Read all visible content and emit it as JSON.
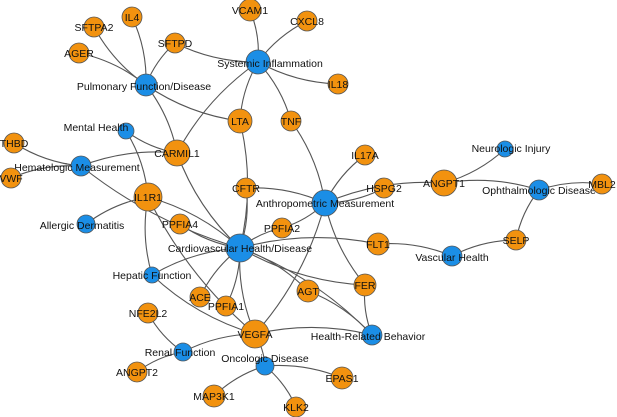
{
  "colors": {
    "trait": "#1b8ee6",
    "gene": "#f2920f",
    "edge": "#555555",
    "background": "#ffffff"
  },
  "network": {
    "nodes": [
      {
        "id": "pulmonary",
        "label": "Pulmonary Function/Disease",
        "kind": "trait"
      },
      {
        "id": "systemic",
        "label": "Systemic Inflammation",
        "kind": "trait"
      },
      {
        "id": "mental",
        "label": "Mental Health",
        "kind": "trait"
      },
      {
        "id": "hematologic",
        "label": "Hematologic Measurement",
        "kind": "trait"
      },
      {
        "id": "allergic",
        "label": "Allergic Dermatitis",
        "kind": "trait"
      },
      {
        "id": "cardio",
        "label": "Cardiovascular Health/Disease",
        "kind": "trait"
      },
      {
        "id": "anthro",
        "label": "Anthropometric Measurement",
        "kind": "trait"
      },
      {
        "id": "neuro",
        "label": "Neurologic Injury",
        "kind": "trait"
      },
      {
        "id": "ophthal",
        "label": "Ophthalmologic Disease",
        "kind": "trait"
      },
      {
        "id": "vascular",
        "label": "Vascular Health",
        "kind": "trait"
      },
      {
        "id": "hepatic",
        "label": "Hepatic Function",
        "kind": "trait"
      },
      {
        "id": "renal",
        "label": "Renal Function",
        "kind": "trait"
      },
      {
        "id": "oncologic",
        "label": "Oncologic Disease",
        "kind": "trait"
      },
      {
        "id": "healthbeh",
        "label": "Health-Related Behavior",
        "kind": "trait"
      },
      {
        "id": "IL4",
        "label": "IL4",
        "kind": "gene"
      },
      {
        "id": "SFTPA2",
        "label": "SFTPA2",
        "kind": "gene"
      },
      {
        "id": "AGER",
        "label": "AGER",
        "kind": "gene"
      },
      {
        "id": "SFTPD",
        "label": "SFTPD",
        "kind": "gene"
      },
      {
        "id": "VCAM1",
        "label": "VCAM1",
        "kind": "gene"
      },
      {
        "id": "CXCL8",
        "label": "CXCL8",
        "kind": "gene"
      },
      {
        "id": "IL18",
        "label": "IL18",
        "kind": "gene"
      },
      {
        "id": "LTA",
        "label": "LTA",
        "kind": "gene"
      },
      {
        "id": "TNF",
        "label": "TNF",
        "kind": "gene"
      },
      {
        "id": "CARMIL1",
        "label": "CARMIL1",
        "kind": "gene"
      },
      {
        "id": "THBD",
        "label": "THBD",
        "kind": "gene"
      },
      {
        "id": "VWF",
        "label": "VWF",
        "kind": "gene"
      },
      {
        "id": "IL1R1",
        "label": "IL1R1",
        "kind": "gene"
      },
      {
        "id": "PPFIA4",
        "label": "PPFIA4",
        "kind": "gene"
      },
      {
        "id": "CFTR",
        "label": "CFTR",
        "kind": "gene"
      },
      {
        "id": "IL17A",
        "label": "IL17A",
        "kind": "gene"
      },
      {
        "id": "HSPG2",
        "label": "HSPG2",
        "kind": "gene"
      },
      {
        "id": "PPFIA2",
        "label": "PPFIA2",
        "kind": "gene"
      },
      {
        "id": "ANGPT1",
        "label": "ANGPT1",
        "kind": "gene"
      },
      {
        "id": "MBL2",
        "label": "MBL2",
        "kind": "gene"
      },
      {
        "id": "SELP",
        "label": "SELP",
        "kind": "gene"
      },
      {
        "id": "FLT1",
        "label": "FLT1",
        "kind": "gene"
      },
      {
        "id": "FER",
        "label": "FER",
        "kind": "gene"
      },
      {
        "id": "AGT",
        "label": "AGT",
        "kind": "gene"
      },
      {
        "id": "ACE",
        "label": "ACE",
        "kind": "gene"
      },
      {
        "id": "PPFIA1",
        "label": "PPFIA1",
        "kind": "gene"
      },
      {
        "id": "NFE2L2",
        "label": "NFE2L2",
        "kind": "gene"
      },
      {
        "id": "VEGFA",
        "label": "VEGFA",
        "kind": "gene"
      },
      {
        "id": "ANGPT2",
        "label": "ANGPT2",
        "kind": "gene"
      },
      {
        "id": "EPAS1",
        "label": "EPAS1",
        "kind": "gene"
      },
      {
        "id": "MAP3K1",
        "label": "MAP3K1",
        "kind": "gene"
      },
      {
        "id": "KLK2",
        "label": "KLK2",
        "kind": "gene"
      }
    ],
    "edges": [
      [
        "pulmonary",
        "IL4"
      ],
      [
        "pulmonary",
        "SFTPA2"
      ],
      [
        "pulmonary",
        "AGER"
      ],
      [
        "pulmonary",
        "SFTPD"
      ],
      [
        "pulmonary",
        "LTA"
      ],
      [
        "pulmonary",
        "CARMIL1"
      ],
      [
        "systemic",
        "VCAM1"
      ],
      [
        "systemic",
        "CXCL8"
      ],
      [
        "systemic",
        "IL18"
      ],
      [
        "systemic",
        "SFTPD"
      ],
      [
        "systemic",
        "LTA"
      ],
      [
        "systemic",
        "TNF"
      ],
      [
        "systemic",
        "CARMIL1"
      ],
      [
        "mental",
        "IL1R1"
      ],
      [
        "mental",
        "CARMIL1"
      ],
      [
        "hematologic",
        "THBD"
      ],
      [
        "hematologic",
        "VWF"
      ],
      [
        "hematologic",
        "CARMIL1"
      ],
      [
        "hematologic",
        "cardio"
      ],
      [
        "allergic",
        "IL1R1"
      ],
      [
        "cardio",
        "IL1R1"
      ],
      [
        "cardio",
        "PPFIA4"
      ],
      [
        "cardio",
        "CFTR"
      ],
      [
        "cardio",
        "CARMIL1"
      ],
      [
        "cardio",
        "LTA"
      ],
      [
        "cardio",
        "FLT1"
      ],
      [
        "cardio",
        "FER"
      ],
      [
        "cardio",
        "AGT"
      ],
      [
        "cardio",
        "ACE"
      ],
      [
        "cardio",
        "PPFIA1"
      ],
      [
        "cardio",
        "hepatic"
      ],
      [
        "cardio",
        "healthbeh"
      ],
      [
        "cardio",
        "VEGFA"
      ],
      [
        "cardio",
        "PPFIA2"
      ],
      [
        "anthro",
        "TNF"
      ],
      [
        "anthro",
        "IL17A"
      ],
      [
        "anthro",
        "HSPG2"
      ],
      [
        "anthro",
        "PPFIA2"
      ],
      [
        "anthro",
        "CFTR"
      ],
      [
        "anthro",
        "ANGPT1"
      ],
      [
        "anthro",
        "FER"
      ],
      [
        "anthro",
        "VEGFA"
      ],
      [
        "ophthal",
        "ANGPT1"
      ],
      [
        "ophthal",
        "MBL2"
      ],
      [
        "ophthal",
        "SELP"
      ],
      [
        "neuro",
        "ANGPT1"
      ],
      [
        "vascular",
        "FLT1"
      ],
      [
        "vascular",
        "SELP"
      ],
      [
        "healthbeh",
        "AGT"
      ],
      [
        "healthbeh",
        "FER"
      ],
      [
        "healthbeh",
        "VEGFA"
      ],
      [
        "hepatic",
        "IL1R1"
      ],
      [
        "hepatic",
        "VEGFA"
      ],
      [
        "renal",
        "NFE2L2"
      ],
      [
        "renal",
        "ANGPT2"
      ],
      [
        "renal",
        "VEGFA"
      ],
      [
        "oncologic",
        "VEGFA"
      ],
      [
        "oncologic",
        "EPAS1"
      ],
      [
        "oncologic",
        "MAP3K1"
      ],
      [
        "oncologic",
        "KLK2"
      ],
      [
        "IL1R1",
        "VEGFA"
      ]
    ]
  }
}
